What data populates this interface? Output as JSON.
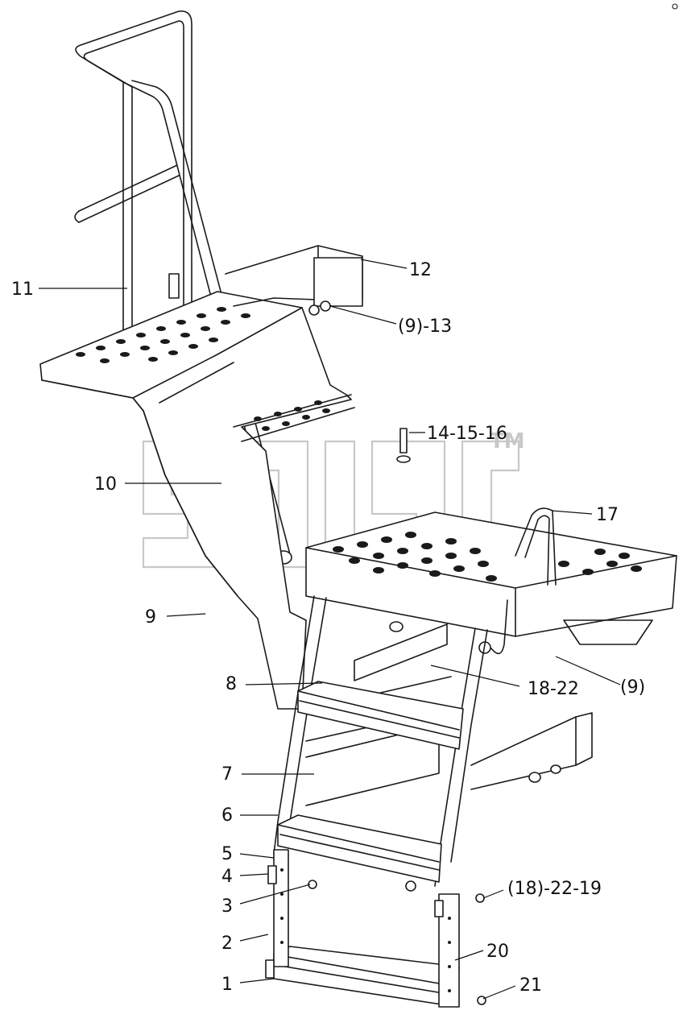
{
  "diagram": {
    "watermark": "TM",
    "callouts": {
      "c1": "1",
      "c2": "2",
      "c3": "3",
      "c4": "4",
      "c5": "5",
      "c6": "6",
      "c7": "7",
      "c8": "8",
      "c9": "9",
      "c9b": "(9)",
      "c10": "10",
      "c11": "11",
      "c12": "12",
      "c13": "(9)-13",
      "c14": "14-15-16",
      "c17": "17",
      "c18": "18-22",
      "c19": "(18)-22-19",
      "c20": "20",
      "c21": "21"
    }
  }
}
